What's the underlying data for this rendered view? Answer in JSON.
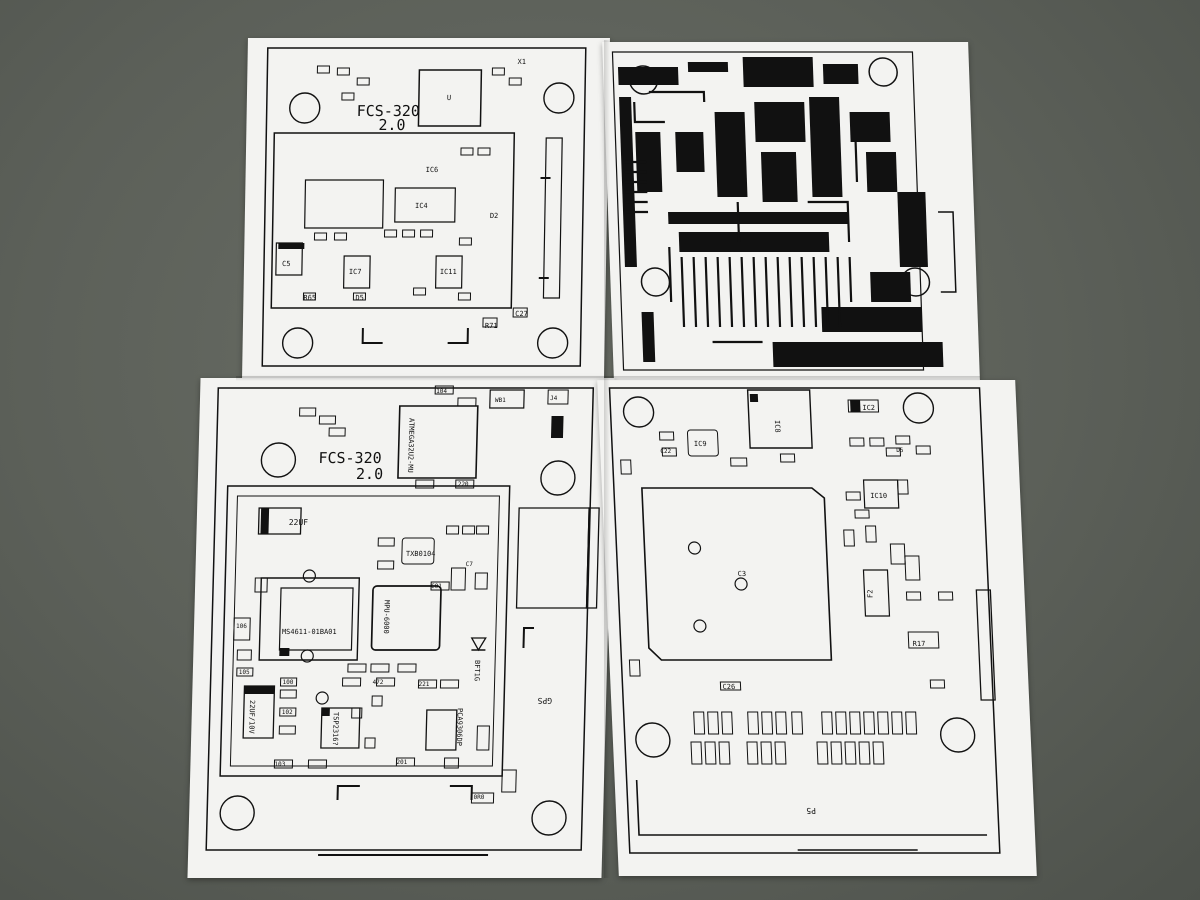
{
  "scene": {
    "background_color": "#5d615a",
    "paper_color": "#f3f3f1",
    "ink_color": "#111111"
  },
  "top_left_sheet": {
    "board_name": "FCS-320",
    "board_rev": "2.0",
    "labels": [
      "U",
      "IC6",
      "IC4",
      "IC7",
      "IC11",
      "C5",
      "C27",
      "R71",
      "D2",
      "X1",
      "R65",
      "D5"
    ]
  },
  "top_right_sheet": {
    "description_text": ""
  },
  "bottom_left_sheet": {
    "board_name": "FCS-320",
    "board_rev": "2.0",
    "mcu_label": "ATMEGA32U2-MU",
    "cap_top_label": "22UF",
    "cap_bottom_label": "22UF/10V",
    "txb_label": "TXB0104",
    "baro_label": "MS4611-01BA01",
    "imu_label": "MPU-6000",
    "reg_label": "TSP2316?",
    "pca_label": "PCA9306DP",
    "gps_label": "GPS",
    "diode_label": "BFT1G",
    "small_labels": [
      "104",
      "106",
      "100",
      "102",
      "103",
      "105",
      "0R0",
      "220",
      "472",
      "221",
      "201",
      "C01",
      "C7",
      "WB1",
      "J4"
    ]
  },
  "bottom_right_sheet": {
    "labels": [
      "IC8",
      "IC9",
      "IC10",
      "IC2",
      "F2",
      "C3",
      "C26",
      "C22",
      "R17",
      "D5",
      "P5"
    ]
  }
}
